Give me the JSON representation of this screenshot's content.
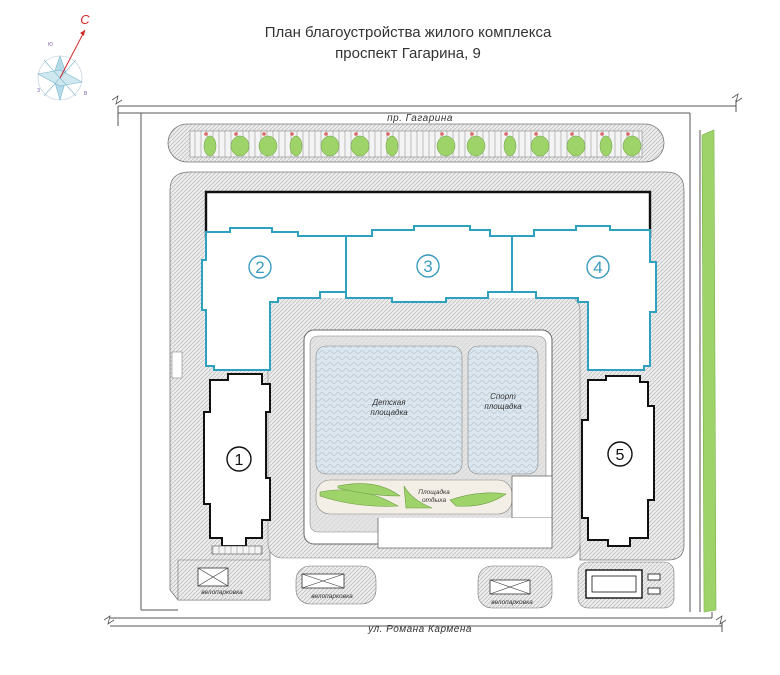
{
  "header": {
    "title_line1": "План благоустройства жилого комплекса",
    "title_line2": "проспект Гагарина, 9"
  },
  "streets": {
    "top": "пр. Гагарина",
    "bottom": "ул. Романа Кармена"
  },
  "compass": {
    "north": "С",
    "labels": [
      "Ю",
      "З",
      "В"
    ]
  },
  "buildings": [
    {
      "id": "1",
      "label": "1"
    },
    {
      "id": "2",
      "label": "2"
    },
    {
      "id": "3",
      "label": "3"
    },
    {
      "id": "4",
      "label": "4"
    },
    {
      "id": "5",
      "label": "5"
    }
  ],
  "playgrounds": {
    "kids_line1": "Детская",
    "kids_line2": "площадка",
    "sport_line1": "Спорт",
    "sport_line2": "площадка",
    "rest_line1": "Площадка",
    "rest_line2": "отдыха"
  },
  "bike_parking_label": "велопарковка",
  "colors": {
    "hatch": "#b9b9b9",
    "green": "#9ed36a",
    "building_blue": "#2ea0c0",
    "building_black": "#111111",
    "court": "#e6e6e6",
    "playground": "#d7e3eb"
  }
}
